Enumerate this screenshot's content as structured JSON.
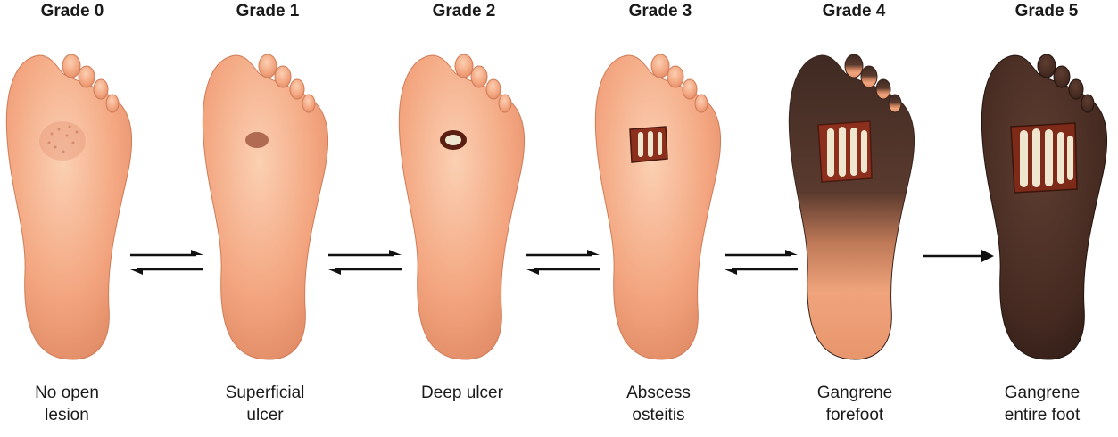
{
  "grades": [
    {
      "title": "Grade 0",
      "caption_lines": [
        "No open",
        "lesion"
      ]
    },
    {
      "title": "Grade 1",
      "caption_lines": [
        "Superficial",
        "ulcer"
      ]
    },
    {
      "title": "Grade 2",
      "caption_lines": [
        "Deep ulcer"
      ]
    },
    {
      "title": "Grade 3",
      "caption_lines": [
        "Abscess",
        "osteitis"
      ]
    },
    {
      "title": "Grade 4",
      "caption_lines": [
        "Gangrene",
        "forefoot"
      ]
    },
    {
      "title": "Grade 5",
      "caption_lines": [
        "Gangrene",
        "entire foot"
      ]
    }
  ],
  "transitions": [
    "reversible",
    "reversible",
    "reversible",
    "reversible",
    "irreversible"
  ],
  "colors": {
    "skin": "#f3a57f",
    "skin_light": "#f9c7a6",
    "gangrene": "#4a2e25",
    "wound": "#8c2f1d",
    "bone": "#efe6cf"
  }
}
